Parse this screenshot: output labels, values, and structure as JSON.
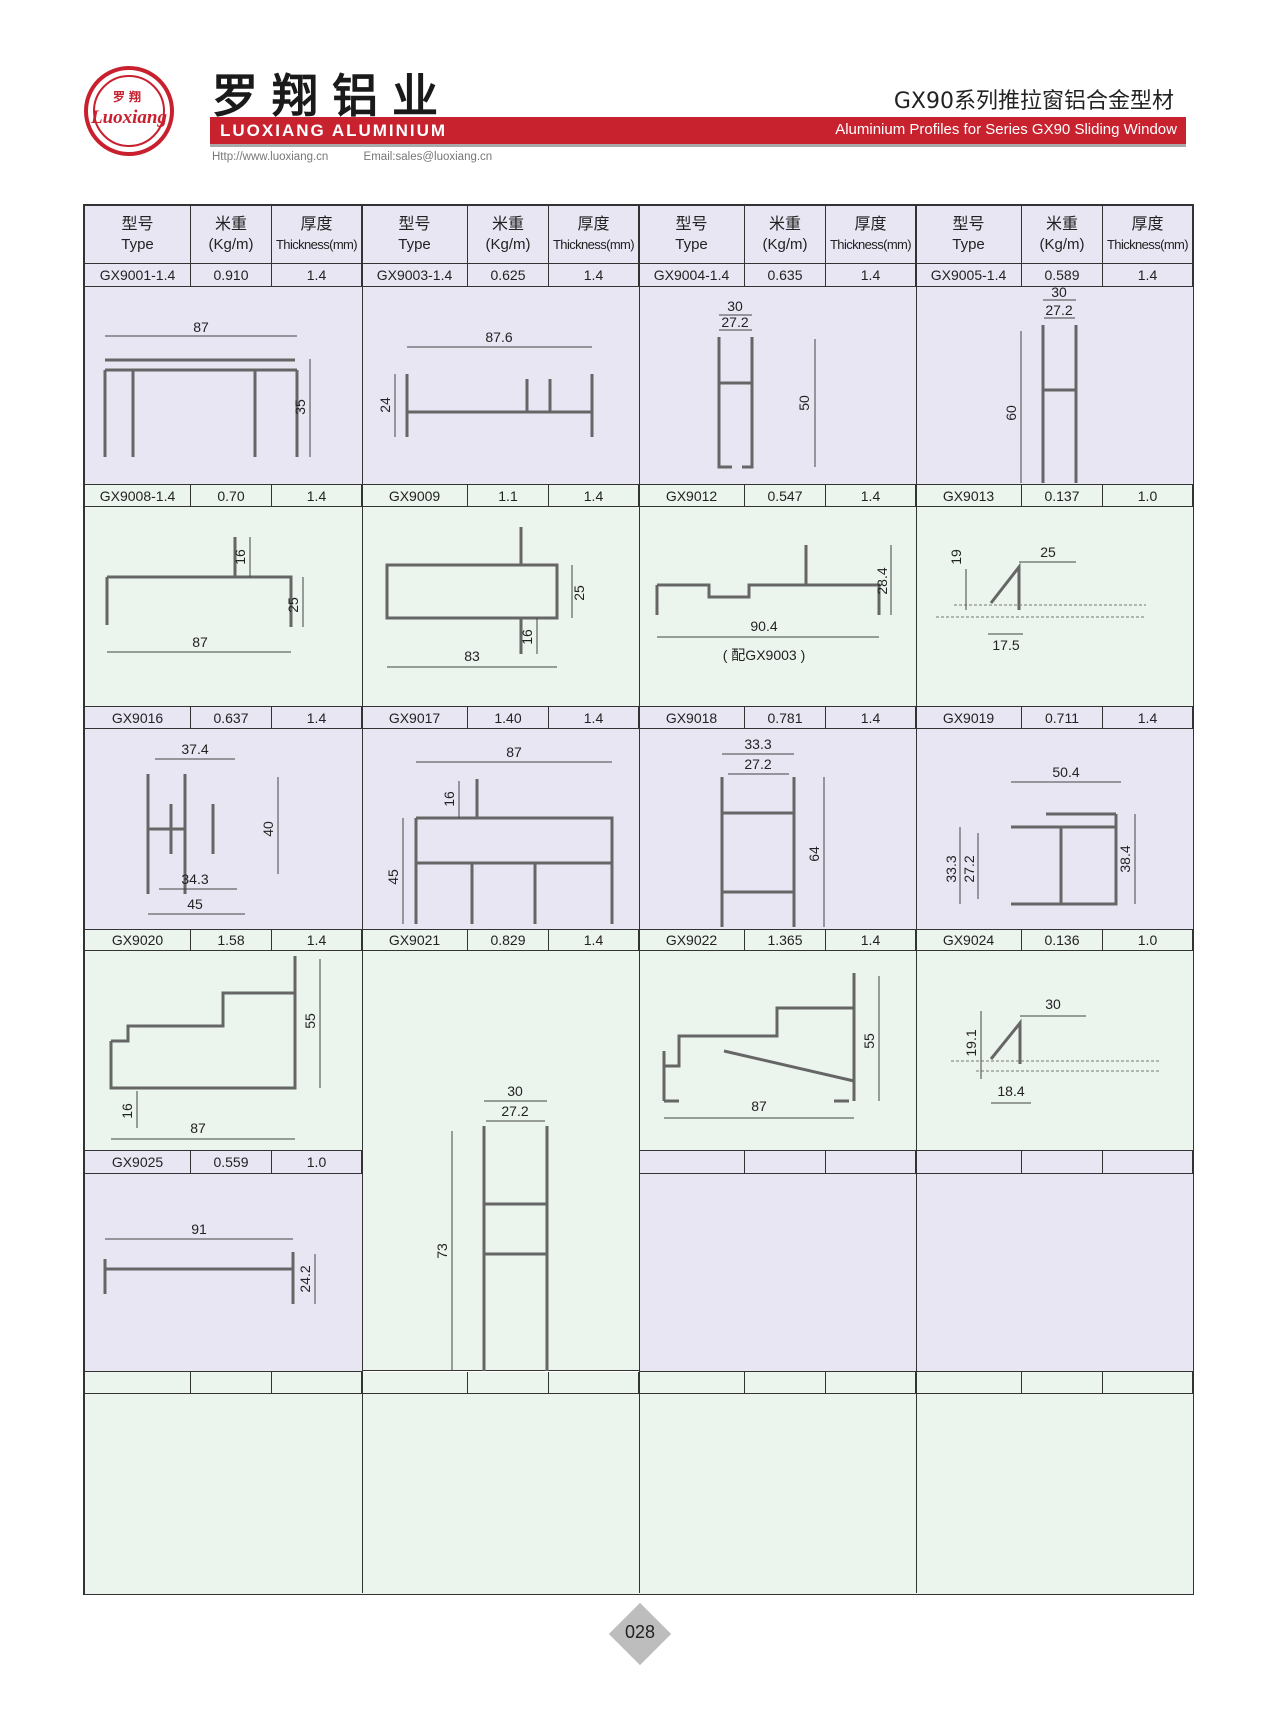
{
  "header": {
    "logo": {
      "cn": "罗翔",
      "en": "Luoxiang"
    },
    "brand_cn": "罗翔铝业",
    "brand_en": "LUOXIANG ALUMINIUM",
    "website": "Http://www.luoxiang.cn",
    "email": "Email:sales@luoxiang.cn",
    "title_cn": "GX90系列推拉窗铝合金型材",
    "title_en": "Aluminium Profiles for Series GX90 Sliding Window",
    "accent_color": "#c8222f"
  },
  "table": {
    "columns": {
      "type_cn": "型号",
      "type_en": "Type",
      "weight_cn": "米重",
      "weight_en": "(Kg/m)",
      "thickness_cn": "厚度",
      "thickness_en": "Thickness(mm)"
    },
    "rows": [
      [
        {
          "type": "GX9001-1.4",
          "weight": "0.910",
          "thickness": "1.4",
          "dims": [
            "87",
            "35"
          ]
        },
        {
          "type": "GX9003-1.4",
          "weight": "0.625",
          "thickness": "1.4",
          "dims": [
            "87.6",
            "24"
          ]
        },
        {
          "type": "GX9004-1.4",
          "weight": "0.635",
          "thickness": "1.4",
          "dims": [
            "30",
            "27.2",
            "50"
          ]
        },
        {
          "type": "GX9005-1.4",
          "weight": "0.589",
          "thickness": "1.4",
          "dims": [
            "30",
            "27.2",
            "60"
          ]
        }
      ],
      [
        {
          "type": "GX9008-1.4",
          "weight": "0.70",
          "thickness": "1.4",
          "dims": [
            "16",
            "25",
            "87"
          ]
        },
        {
          "type": "GX9009",
          "weight": "1.1",
          "thickness": "1.4",
          "dims": [
            "25",
            "16",
            "83"
          ]
        },
        {
          "type": "GX9012",
          "weight": "0.547",
          "thickness": "1.4",
          "dims": [
            "28.4",
            "90.4"
          ],
          "note": "( 配GX9003 )"
        },
        {
          "type": "GX9013",
          "weight": "0.137",
          "thickness": "1.0",
          "dims": [
            "19",
            "25",
            "17.5"
          ]
        }
      ],
      [
        {
          "type": "GX9016",
          "weight": "0.637",
          "thickness": "1.4",
          "dims": [
            "37.4",
            "40",
            "34.3",
            "45"
          ]
        },
        {
          "type": "GX9017",
          "weight": "1.40",
          "thickness": "1.4",
          "dims": [
            "87",
            "16",
            "45"
          ]
        },
        {
          "type": "GX9018",
          "weight": "0.781",
          "thickness": "1.4",
          "dims": [
            "33.3",
            "27.2",
            "64"
          ]
        },
        {
          "type": "GX9019",
          "weight": "0.711",
          "thickness": "1.4",
          "dims": [
            "50.4",
            "33.3",
            "27.2",
            "38.4"
          ]
        }
      ],
      [
        {
          "type": "GX9020",
          "weight": "1.58",
          "thickness": "1.4",
          "dims": [
            "55",
            "16",
            "87"
          ]
        },
        {
          "type": "GX9021",
          "weight": "0.829",
          "thickness": "1.4",
          "dims": [
            "30",
            "27.2",
            "73"
          ]
        },
        {
          "type": "GX9022",
          "weight": "1.365",
          "thickness": "1.4",
          "dims": [
            "55",
            "87"
          ]
        },
        {
          "type": "GX9024",
          "weight": "0.136",
          "thickness": "1.0",
          "dims": [
            "30",
            "19.1",
            "18.4"
          ]
        }
      ],
      [
        {
          "type": "GX9025",
          "weight": "0.559",
          "thickness": "1.0",
          "dims": [
            "91",
            "24.2"
          ]
        },
        {
          "type": "",
          "weight": "",
          "thickness": ""
        },
        {
          "type": "",
          "weight": "",
          "thickness": ""
        },
        {
          "type": "",
          "weight": "",
          "thickness": ""
        }
      ],
      [
        {
          "type": "",
          "weight": "",
          "thickness": ""
        },
        {
          "type": "",
          "weight": "",
          "thickness": ""
        },
        {
          "type": "",
          "weight": "",
          "thickness": ""
        },
        {
          "type": "",
          "weight": "",
          "thickness": ""
        }
      ]
    ]
  },
  "footer": {
    "page_number": "028"
  }
}
